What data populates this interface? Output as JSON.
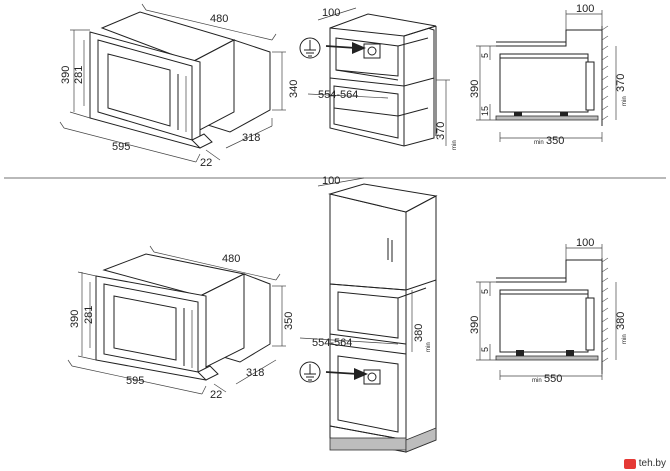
{
  "labels": {
    "top_oven_width": "480",
    "top_oven_depth": "318",
    "top_oven_side": "340",
    "top_frame_width": "595",
    "top_frame_outer_h": "390",
    "top_frame_inner_h": "281",
    "top_frame_depth": "22",
    "top_cab_depth": "100",
    "top_cab_opening": "554-564",
    "top_cab_height": "370",
    "top_cab_height_min": "min",
    "top_side_top": "100",
    "top_side_gap_top": "5",
    "top_side_height": "390",
    "top_side_gap_bottom": "15",
    "top_side_min_height": "370",
    "top_side_min_height_label": "min",
    "top_side_depth": "350",
    "top_side_depth_label": "min",
    "bot_oven_width": "480",
    "bot_oven_depth": "318",
    "bot_oven_side": "350",
    "bot_frame_width": "595",
    "bot_frame_outer_h": "390",
    "bot_frame_inner_h": "281",
    "bot_frame_depth": "22",
    "bot_col_depth": "100",
    "bot_col_opening": "554-564",
    "bot_col_height": "380",
    "bot_col_height_min": "min",
    "bot_side_top": "100",
    "bot_side_gap_top": "5",
    "bot_side_height": "390",
    "bot_side_gap_bottom": "5",
    "bot_side_min_height": "380",
    "bot_side_min_height_label": "min",
    "bot_side_depth": "550",
    "bot_side_depth_label": "min"
  },
  "icons": {
    "ground": "ground-icon",
    "arrow": "arrow-right-icon"
  },
  "watermark": "teh.by",
  "colors": {
    "line": "#222222",
    "background": "#ffffff",
    "brand": "#e53935"
  }
}
